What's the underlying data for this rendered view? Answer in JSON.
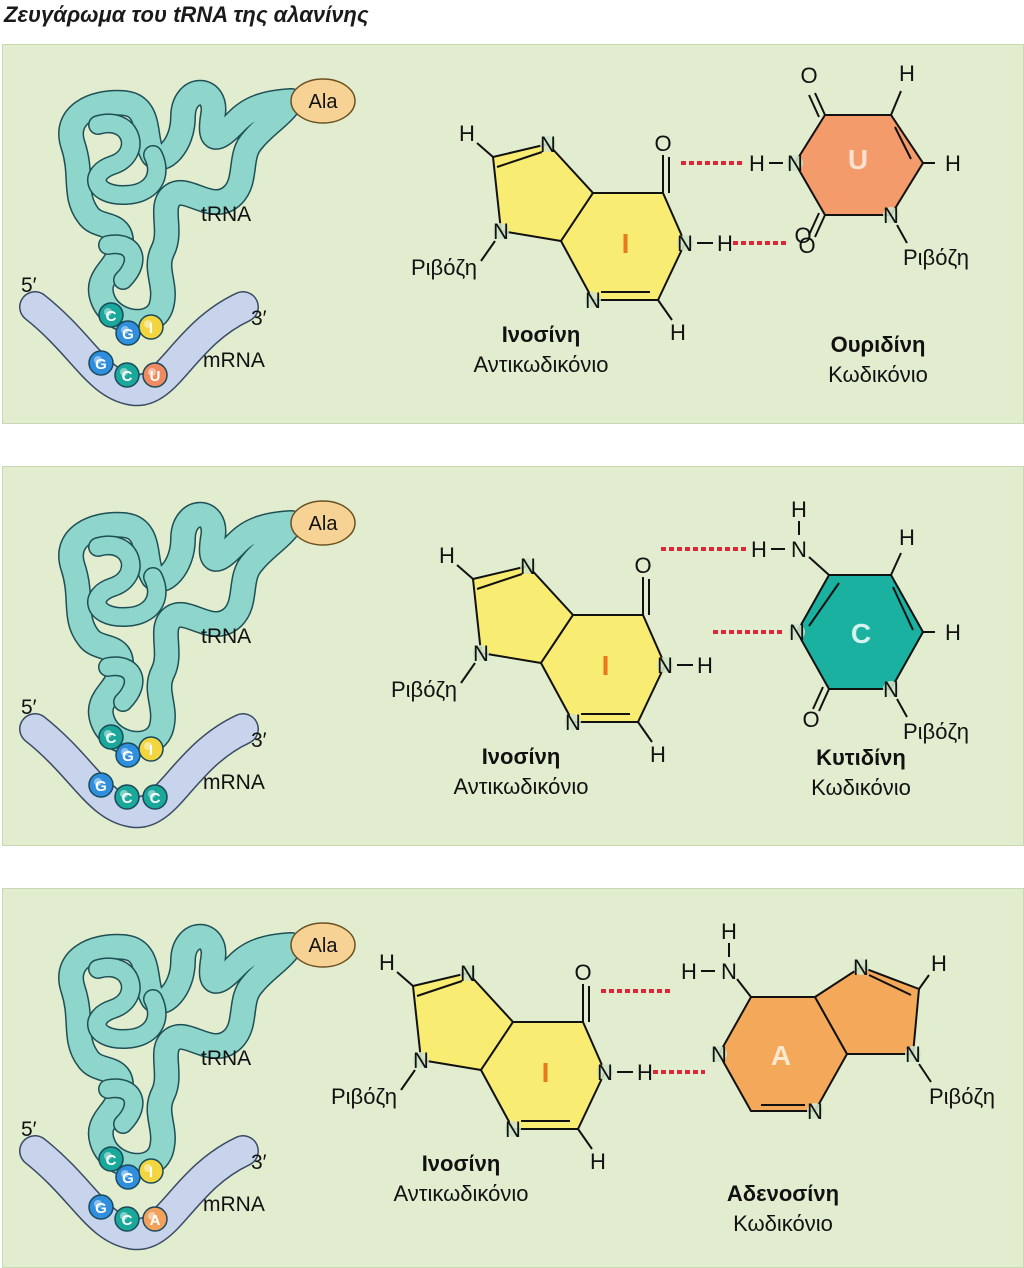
{
  "title": "Ζευγάρωμα του tRNA της αλανίνης",
  "colors": {
    "panel_bg": "#e2edd0",
    "trna": "#8ed6cb",
    "mrna": "#c7d4ec",
    "amino_acid": "#f6d394",
    "inosine": "#f8ec72",
    "uridine": "#f39b6b",
    "cytidine": "#1bb1a1",
    "adenosine": "#f4a95a",
    "hydrogen_bond": "#d8283a",
    "g_ball": "#2f8fde",
    "c_ball": "#1aa89a",
    "i_ball": "#f3d540",
    "u_ball": "#f08a60",
    "a_ball": "#f3a15a"
  },
  "panels": [
    {
      "trna": {
        "amino_acid": "Ala",
        "label": "tRNA",
        "end5": "5′",
        "end3": "3′",
        "mrna_label": "mRNA",
        "anticodon": [
          "C",
          "G",
          "I"
        ],
        "codon": [
          "G",
          "C",
          "U"
        ]
      },
      "anticodon_base": {
        "letter": "I",
        "name": "Ινοσίνη",
        "role": "Αντικωδικόνιο",
        "ribose": "Ριβόζη"
      },
      "codon_base": {
        "letter": "U",
        "name": "Ουριδίνη",
        "role": "Κωδικόνιο",
        "ribose": "Ριβόζη"
      }
    },
    {
      "trna": {
        "amino_acid": "Ala",
        "label": "tRNA",
        "end5": "5′",
        "end3": "3′",
        "mrna_label": "mRNA",
        "anticodon": [
          "C",
          "G",
          "I"
        ],
        "codon": [
          "G",
          "C",
          "C"
        ]
      },
      "anticodon_base": {
        "letter": "I",
        "name": "Ινοσίνη",
        "role": "Αντικωδικόνιο",
        "ribose": "Ριβόζη"
      },
      "codon_base": {
        "letter": "C",
        "name": "Κυτιδίνη",
        "role": "Κωδικόνιο",
        "ribose": "Ριβόζη"
      }
    },
    {
      "trna": {
        "amino_acid": "Ala",
        "label": "tRNA",
        "end5": "5′",
        "end3": "3′",
        "mrna_label": "mRNA",
        "anticodon": [
          "C",
          "G",
          "I"
        ],
        "codon": [
          "G",
          "C",
          "A"
        ]
      },
      "anticodon_base": {
        "letter": "I",
        "name": "Ινοσίνη",
        "role": "Αντικωδικόνιο",
        "ribose": "Ριβόζη"
      },
      "codon_base": {
        "letter": "A",
        "name": "Αδενοσίνη",
        "role": "Κωδικόνιο",
        "ribose": "Ριβόζη"
      }
    }
  ]
}
